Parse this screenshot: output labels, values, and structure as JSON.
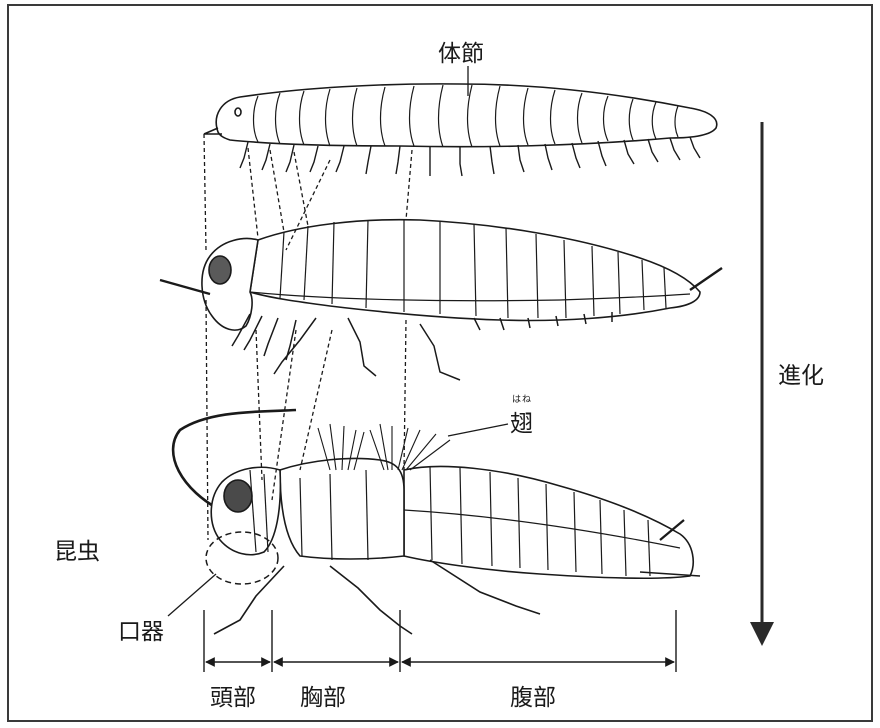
{
  "labels": {
    "segment": "体節",
    "evolution": "進化",
    "wing": "翅",
    "wing_reading": "はね",
    "insect": "昆虫",
    "mouthparts": "口器",
    "head": "頭部",
    "thorax": "胸部",
    "abdomen": "腹部"
  },
  "colors": {
    "ink": "#1a1a1a",
    "frame": "#3a3a3a",
    "background": "#ffffff",
    "eye": "#5a5a5a",
    "arrow": "#2a2a2a"
  }
}
